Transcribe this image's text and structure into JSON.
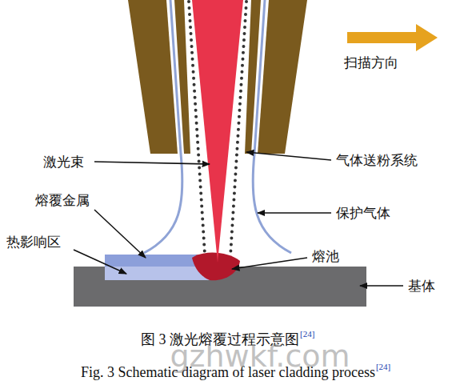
{
  "diagram": {
    "caption": "图 3 激光熔覆过程示意图",
    "labels": [
      "扫描方向",
      "激光束",
      "气体送粉系统",
      "熔覆金属",
      "保护气体",
      "热影响区",
      "熔池",
      "基体",
      "[24]",
      "Fig. 3 Schematic diagram of laser cladding process",
      "[24]",
      "gzhwkf.com"
    ]
  }
}
